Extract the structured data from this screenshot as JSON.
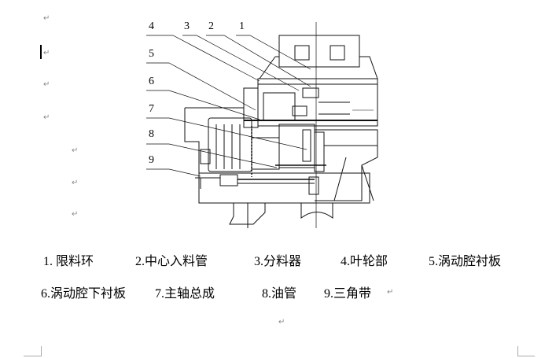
{
  "paragraph_mark": "↵",
  "figure": {
    "callouts": [
      "1",
      "2",
      "3",
      "4",
      "5",
      "6",
      "7",
      "8",
      "9"
    ]
  },
  "legend": {
    "row1": [
      "1.  限料环",
      "2.中心入料管",
      "3.分料器",
      "4.叶轮部",
      "5.涡动腔衬板"
    ],
    "row2": [
      "6.涡动腔下衬板",
      "7.主轴总成",
      "8.油管",
      "9.三角带"
    ]
  }
}
